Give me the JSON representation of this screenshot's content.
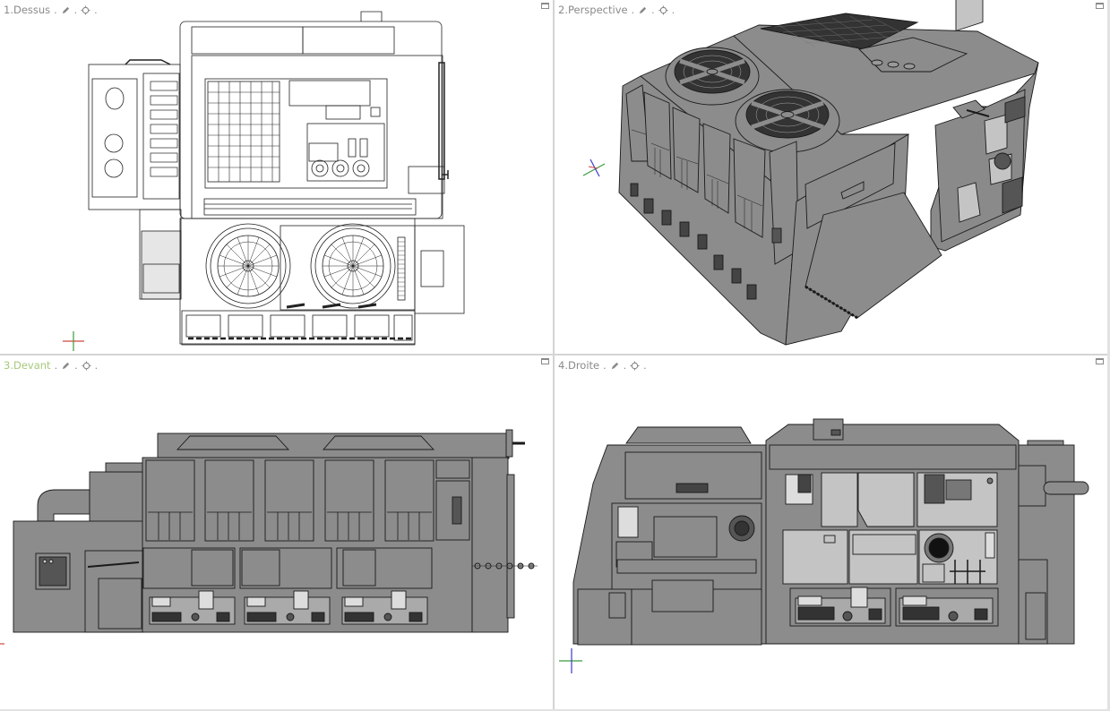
{
  "viewports": [
    {
      "id": "1",
      "label": "1.Dessus",
      "view": "top",
      "display_mode": "wireframe",
      "active": false
    },
    {
      "id": "2",
      "label": "2.Perspective",
      "view": "perspective",
      "display_mode": "shaded",
      "active": false
    },
    {
      "id": "3",
      "label": "3.Devant",
      "view": "front",
      "display_mode": "shaded",
      "active": true
    },
    {
      "id": "4",
      "label": "4.Droite",
      "view": "right",
      "display_mode": "shaded",
      "active": false
    }
  ],
  "label_icons": {
    "display_mode": "pencil-icon",
    "view_options": "crosshair-target-icon",
    "maximize": "maximize-viewport-icon",
    "separator": "."
  },
  "colors": {
    "active_label": "#a6c97a",
    "inactive_label": "#8a8a8a",
    "viewport_bg": "#ffffff",
    "model_fill": "#8c8c8c",
    "model_light_fill": "#c4c4c4",
    "model_stroke": "#1a1a1a",
    "wire_stroke": "#222222",
    "axis_x": "#d0463c",
    "axis_y": "#3a9a3a",
    "axis_z": "#3a3ad0"
  }
}
